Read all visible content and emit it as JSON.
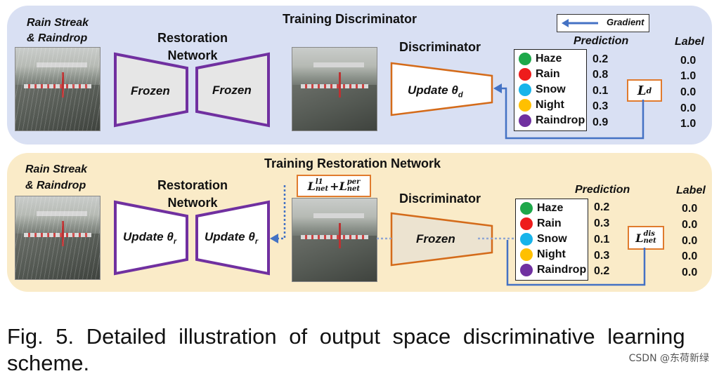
{
  "top": {
    "title": "Training Discriminator",
    "input_label_1": "Rain Streak",
    "input_label_2": "& Raindrop",
    "restoration_title_1": "Restoration",
    "restoration_title_2": "Network",
    "encoder_label": "Frozen",
    "decoder_label": "Frozen",
    "discriminator_title": "Discriminator",
    "discriminator_label": "Update θ",
    "discriminator_sub": "d",
    "prediction_header": "Prediction",
    "label_header": "Label",
    "loss": "L",
    "loss_sub": "d",
    "gradient_legend": "Gradient",
    "classes": [
      {
        "name": "Haze",
        "color": "#1ea84a",
        "prediction": "0.2",
        "label": "0.0"
      },
      {
        "name": "Rain",
        "color": "#ee1c1c",
        "prediction": "0.8",
        "label": "1.0"
      },
      {
        "name": "Snow",
        "color": "#18b4ea",
        "prediction": "0.1",
        "label": "0.0"
      },
      {
        "name": "Night",
        "color": "#ffc000",
        "prediction": "0.3",
        "label": "0.0"
      },
      {
        "name": "Raindrop",
        "color": "#7030a0",
        "prediction": "0.9",
        "label": "1.0"
      }
    ]
  },
  "bottom": {
    "title": "Training Restoration Network",
    "input_label_1": "Rain Streak",
    "input_label_2": "& Raindrop",
    "restoration_title_1": "Restoration",
    "restoration_title_2": "Network",
    "encoder_label": "Update θ",
    "encoder_sub": "r",
    "decoder_label": "Update θ",
    "decoder_sub": "r",
    "discriminator_title": "Discriminator",
    "discriminator_label": "Frozen",
    "prediction_header": "Prediction",
    "label_header": "Label",
    "net_loss_a": "L",
    "net_loss_a_sup": "l1",
    "net_loss_a_sub": "net",
    "net_loss_plus": "+",
    "net_loss_b": "L",
    "net_loss_b_sup": "per",
    "net_loss_b_sub": "net",
    "dis_loss": "L",
    "dis_loss_sup": "dis",
    "dis_loss_sub": "net",
    "classes": [
      {
        "name": "Haze",
        "color": "#1ea84a",
        "prediction": "0.2",
        "label": "0.0"
      },
      {
        "name": "Rain",
        "color": "#ee1c1c",
        "prediction": "0.3",
        "label": "0.0"
      },
      {
        "name": "Snow",
        "color": "#18b4ea",
        "prediction": "0.1",
        "label": "0.0"
      },
      {
        "name": "Night",
        "color": "#ffc000",
        "prediction": "0.3",
        "label": "0.0"
      },
      {
        "name": "Raindrop",
        "color": "#7030a0",
        "prediction": "0.2",
        "label": "0.0"
      }
    ]
  },
  "colors": {
    "network_outline": "#7030a0",
    "discriminator_outline": "#d46b1a",
    "arrow": "#4472c4",
    "top_panel": "#d9e0f3",
    "bottom_panel": "#faebc8"
  },
  "caption_line1": "Fig. 5. Detailed illustration of output space discriminative learning",
  "caption_line2": "scheme.",
  "watermark": "CSDN @东荷新绿"
}
